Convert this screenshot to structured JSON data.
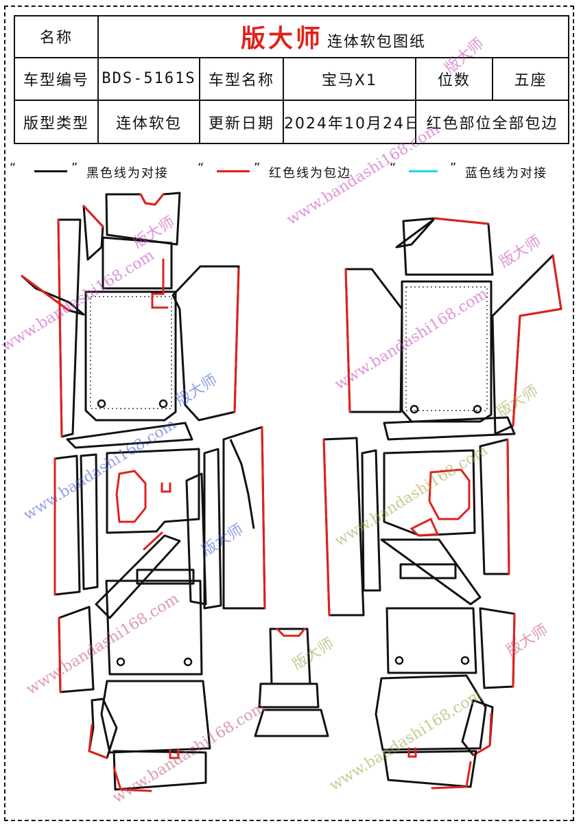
{
  "header": {
    "name_label": "名称",
    "brand": "版大师",
    "title_rest": "连体软包图纸",
    "code_label": "车型编号",
    "code_value": "BDS-5161S",
    "model_label": "车型名称",
    "model_value": "宝马X1",
    "seats_label": "位数",
    "seats_value": "五座",
    "type_label": "版型类型",
    "type_value": "连体软包",
    "date_label": "更新日期",
    "date_value": "2024年10月24日",
    "note_value": "红色部位全部包边"
  },
  "legend": {
    "open_quote": "“",
    "close_quote": "”",
    "black_text": "黑色线为对接",
    "red_text": "红色线为包边",
    "blue_text": "蓝色线为对接",
    "black_color": "#111111",
    "red_color": "#e0211c",
    "blue_color": "#22d3f0"
  },
  "watermark": {
    "site": "www.bandashi168.com",
    "brand": "版大师",
    "colors": [
      "#c03fb7",
      "#3a52d8",
      "#9aa23a",
      "#c04a6a"
    ]
  }
}
